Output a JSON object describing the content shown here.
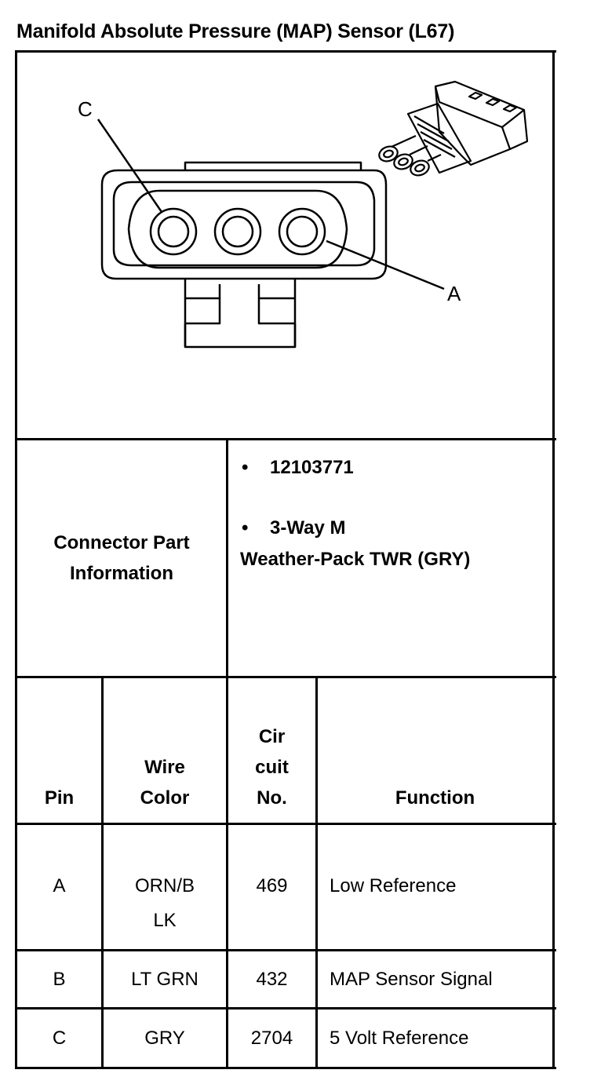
{
  "title": "Manifold Absolute Pressure (MAP) Sensor (L67)",
  "diagram": {
    "callouts": [
      "C",
      "A"
    ]
  },
  "connector_info": {
    "label_line1": "Connector Part",
    "label_line2": "Information",
    "bullet": "•",
    "part_number": "12103771",
    "type_line1": "3-Way M",
    "type_line2": "Weather-Pack TWR (GRY)"
  },
  "table": {
    "headers": {
      "pin": "Pin",
      "wire_color_1": "Wire",
      "wire_color_2": "Color",
      "circuit_1": "Cir",
      "circuit_2": "cuit",
      "circuit_3": "No.",
      "function": "Function"
    },
    "rows": [
      {
        "pin": "A",
        "wire_1": "ORN/B",
        "wire_2": "LK",
        "circuit": "469",
        "function": "Low Reference"
      },
      {
        "pin": "B",
        "wire_1": "LT GRN",
        "wire_2": "",
        "circuit": "432",
        "function": "MAP Sensor Signal"
      },
      {
        "pin": "C",
        "wire_1": "GRY",
        "wire_2": "",
        "circuit": "2704",
        "function": "5 Volt Reference"
      }
    ]
  }
}
